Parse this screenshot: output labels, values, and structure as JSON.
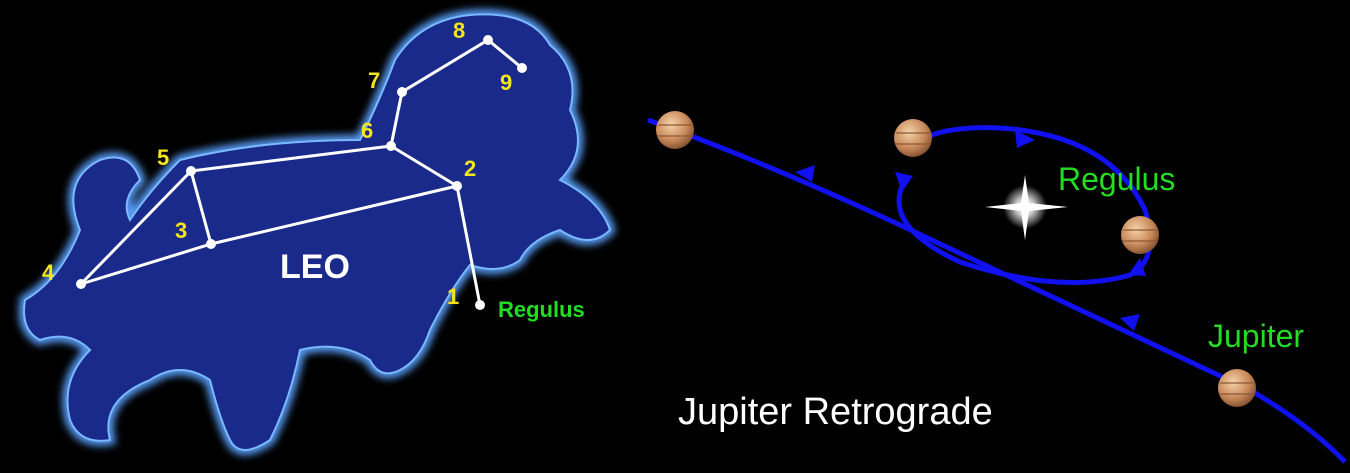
{
  "constellation": {
    "name": "LEO",
    "star_labels": [
      "1",
      "2",
      "3",
      "4",
      "5",
      "6",
      "7",
      "8",
      "9"
    ],
    "highlight_star": "Regulus"
  },
  "retrograde": {
    "title": "Jupiter Retrograde",
    "star_label": "Regulus",
    "planet_label": "Jupiter"
  },
  "colors": {
    "background": "#000000",
    "constellation_fill": "#1a2a8a",
    "constellation_glow": "#5aa0ff",
    "path": "#1010f0",
    "label_green": "#22dd22",
    "number_yellow": "#f5e61a"
  }
}
